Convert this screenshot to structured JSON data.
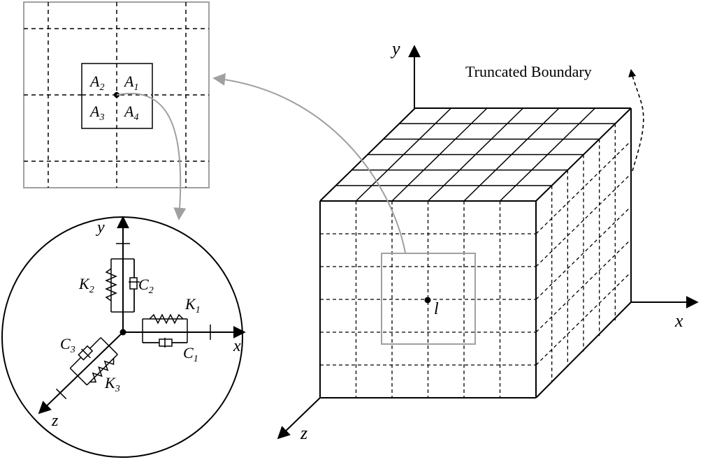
{
  "labels": {
    "truncated_boundary": "Truncated Boundary",
    "axis_main_x": "x",
    "axis_main_y": "y",
    "axis_main_z": "z",
    "point_l": "l",
    "axis_circle_x": "x",
    "axis_circle_y": "y",
    "axis_circle_z": "z",
    "area_labels": [
      {
        "base": "A",
        "sub": "2"
      },
      {
        "base": "A",
        "sub": "1"
      },
      {
        "base": "A",
        "sub": "3"
      },
      {
        "base": "A",
        "sub": "4"
      }
    ],
    "springs": {
      "k1": {
        "base": "K",
        "sub": "1"
      },
      "k2": {
        "base": "K",
        "sub": "2"
      },
      "k3": {
        "base": "K",
        "sub": "3"
      }
    },
    "dashpots": {
      "c1": {
        "base": "C",
        "sub": "1"
      },
      "c2": {
        "base": "C",
        "sub": "2"
      },
      "c3": {
        "base": "C",
        "sub": "3"
      }
    }
  },
  "colors": {
    "line": "#000000",
    "highlight": "#a0a0a0"
  }
}
